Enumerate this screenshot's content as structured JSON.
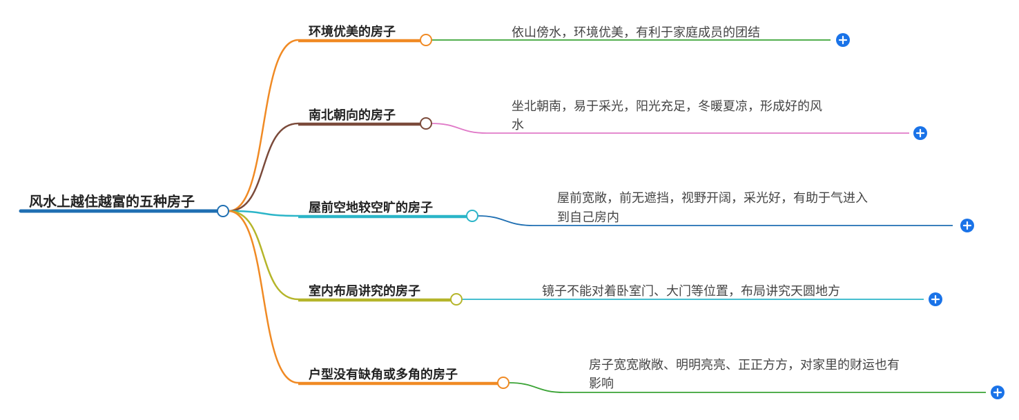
{
  "root": {
    "label": "风水上越住越富的五种房子",
    "color": "#1f6fb2"
  },
  "branches": [
    {
      "label": "环境优美的房子",
      "branch_color": "#f08a24",
      "leaf_color": "#3aa335",
      "leaf_lines": [
        "依山傍水，环境优美，有利于家庭成员的团结"
      ]
    },
    {
      "label": "南北朝向的房子",
      "branch_color": "#7b4a3a",
      "leaf_color": "#e07ac8",
      "leaf_lines": [
        "坐北朝南，易于采光，阳光充足，冬暖夏凉，形成好的风",
        "水"
      ]
    },
    {
      "label": "屋前空地较空旷的房子",
      "branch_color": "#2bb5c8",
      "leaf_color": "#1f6fb2",
      "leaf_lines": [
        "屋前宽敞，前无遮挡，视野开阔，采光好，有助于气进入",
        "到自己房内"
      ]
    },
    {
      "label": "室内布局讲究的房子",
      "branch_color": "#b5b52a",
      "leaf_color": "#2bb5c8",
      "leaf_lines": [
        "镜子不能对着卧室门、大门等位置，布局讲究天圆地方"
      ]
    },
    {
      "label": "户型没有缺角或多角的房子",
      "branch_color": "#f08a24",
      "leaf_color": "#3aa335",
      "leaf_lines": [
        "房子宽宽敞敞、明明亮亮、正正方方，对家里的财运也有",
        "影响"
      ]
    }
  ],
  "expand_icon": "plus-icon",
  "expand_button_color": "#1a73e8"
}
